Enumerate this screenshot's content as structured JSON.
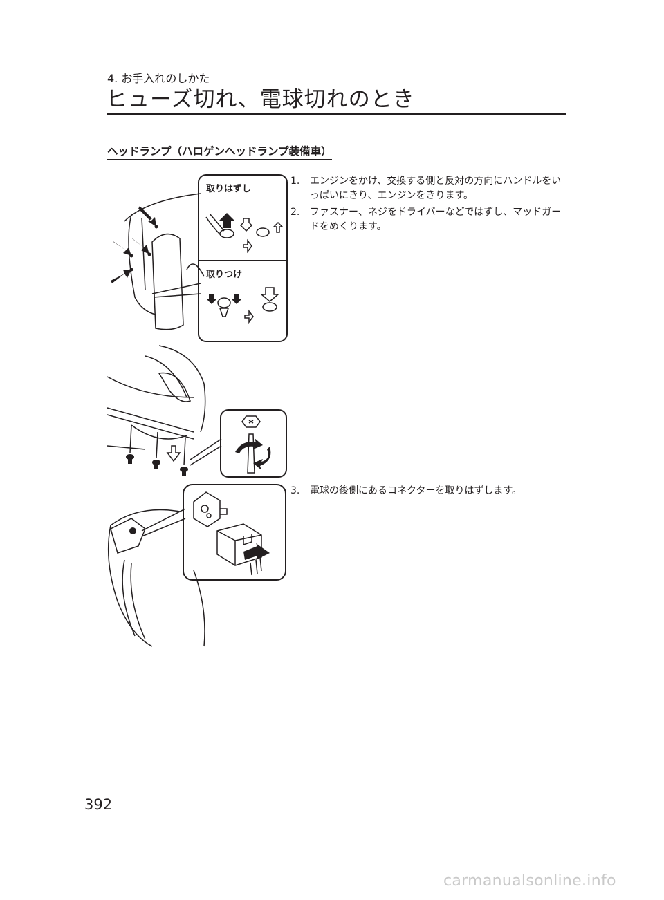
{
  "header": {
    "chapter": "4. お手入れのしかた",
    "title": "ヒューズ切れ、電球切れのとき"
  },
  "section": {
    "title": "ヘッドランプ（ハロゲンヘッドランプ装備車）"
  },
  "figure1": {
    "remove_label": "取りはずし",
    "install_label": "取りつけ"
  },
  "steps": [
    {
      "num": "1.",
      "text": "エンジンをかけ、交換する側と反対の方向にハンドルをいっぱいにきり、エンジンをきります。"
    },
    {
      "num": "2.",
      "text": "ファスナー、ネジをドライバーなどではずし、マッドガードをめくります。"
    },
    {
      "num": "3.",
      "text": "電球の後側にあるコネクターを取りはずします。"
    }
  ],
  "page_number": "392",
  "footer": "carmanualsonline.info"
}
